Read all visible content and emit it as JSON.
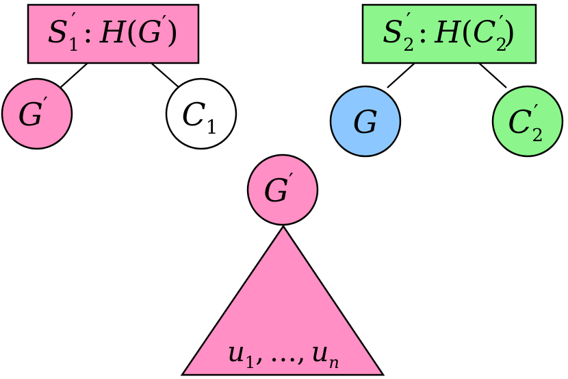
{
  "colors": {
    "pink": "#ff8fc4",
    "green": "#8cf58c",
    "blue": "#8cc8ff",
    "white": "#ffffff",
    "stroke": "#000000"
  },
  "left_tree": {
    "root": {
      "name_main": "S",
      "name_sub": "1",
      "prime": "′",
      "colon": ":",
      "func": "H",
      "arg_main": "G",
      "arg_prime": "′",
      "open_paren": "(",
      "close_paren": ")"
    },
    "left_child": {
      "main": "G",
      "prime": "′"
    },
    "right_child": {
      "main": "C",
      "sub": "1"
    }
  },
  "right_tree": {
    "root": {
      "name_main": "S",
      "name_sub": "2",
      "prime": "′",
      "colon": ":",
      "func": "H",
      "arg_main": "C",
      "arg_prime": "′",
      "arg_sub": "2",
      "open_paren": "(",
      "close_paren": ")"
    },
    "left_child": {
      "main": "G"
    },
    "right_child": {
      "main": "C",
      "prime": "′",
      "sub": "2"
    }
  },
  "subtree": {
    "root": {
      "main": "G",
      "prime": "′"
    },
    "triangle_label": {
      "u1_main": "u",
      "u1_sub": "1",
      "comma1": ",",
      "ellipsis": "…",
      "comma2": ",",
      "un_main": "u",
      "un_sub": "n"
    }
  }
}
